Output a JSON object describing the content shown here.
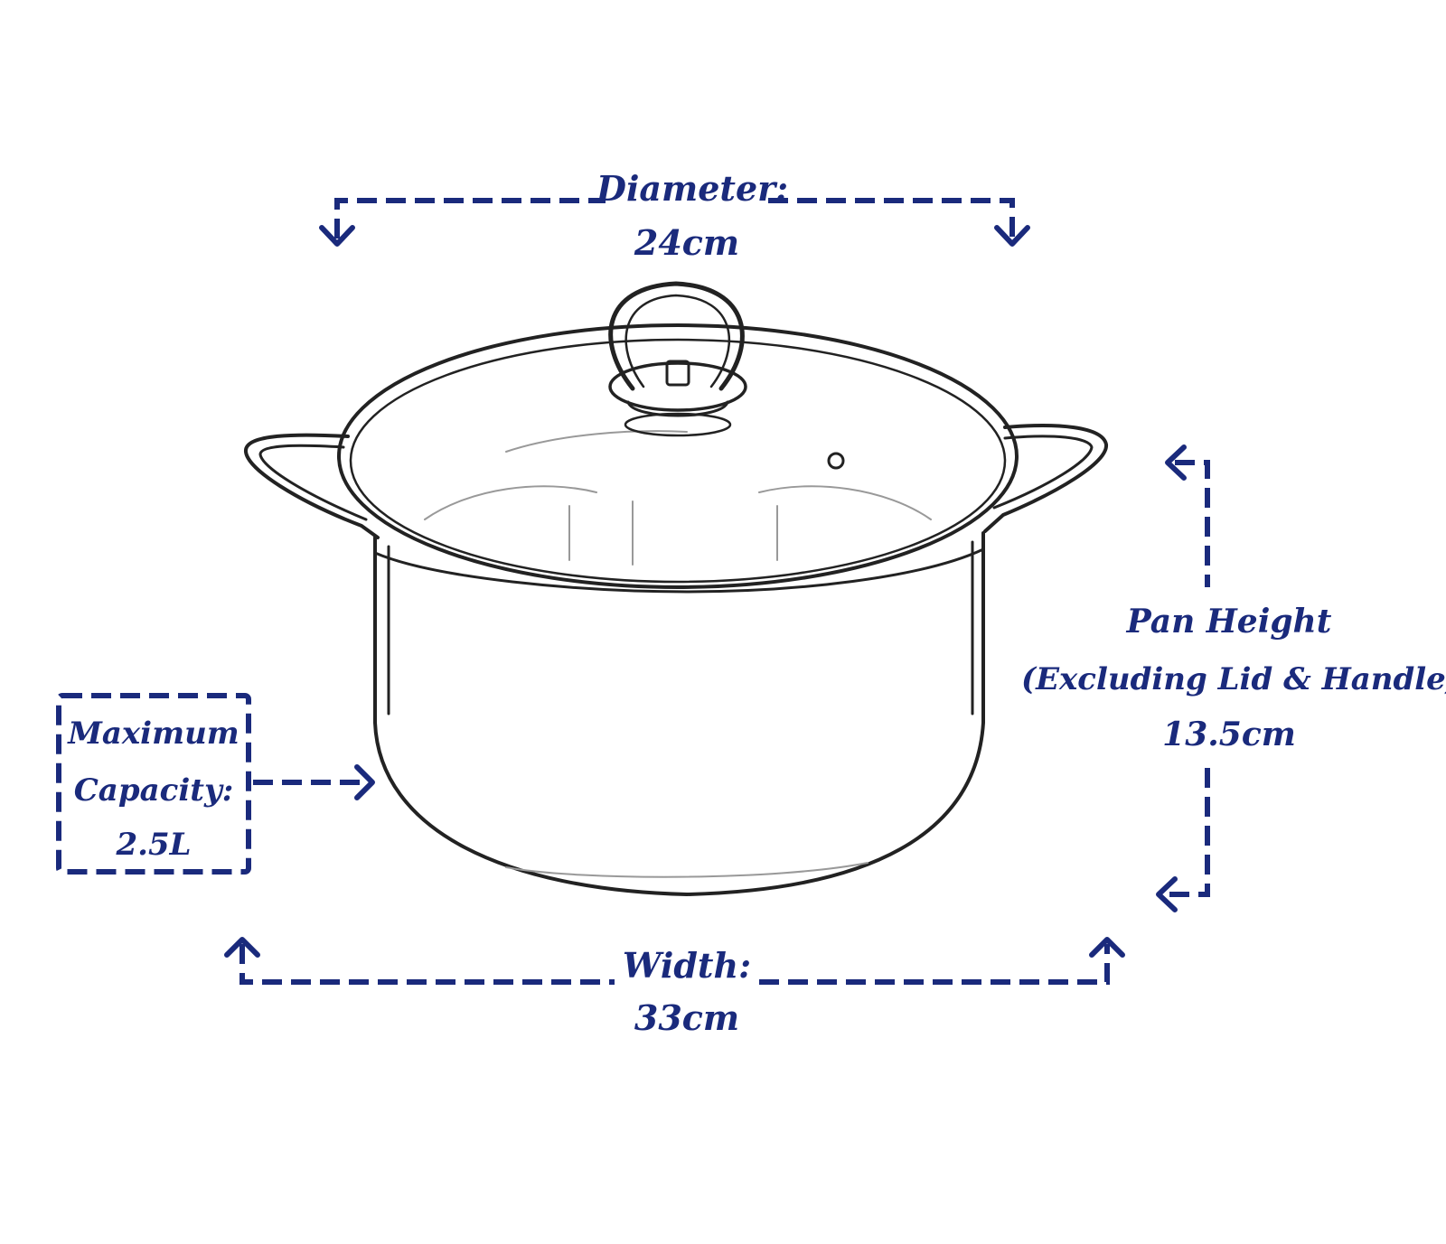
{
  "diameter": {
    "label": "Diameter:",
    "value": "24cm"
  },
  "width": {
    "label": "Width:",
    "value": "33cm"
  },
  "height": {
    "line1": "Pan Height",
    "line2": "(Excluding Lid & Handle):",
    "value": "13.5cm"
  },
  "capacity": {
    "line1": "Maximum",
    "line2": "Capacity:",
    "value": "2.5L"
  },
  "colors": {
    "annotation": "#1a2a7c",
    "outline": "#222222",
    "background": "#ffffff"
  },
  "icons": {
    "product": "cooking-pot-with-glass-lid"
  }
}
